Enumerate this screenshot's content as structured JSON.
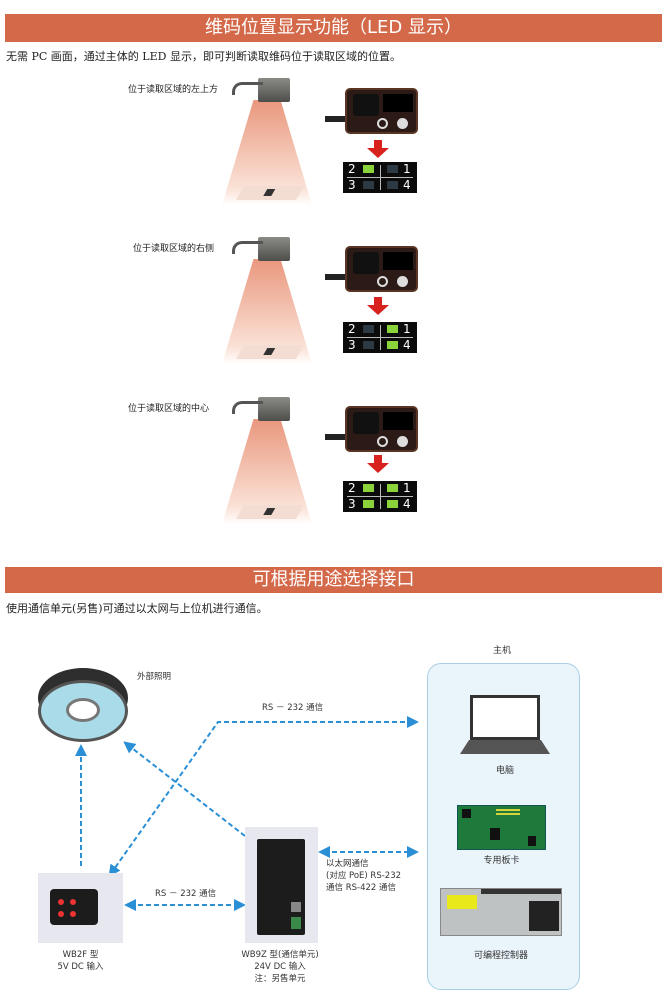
{
  "section1": {
    "title": "维码位置显示功能（LED 显示）",
    "description": "无需 PC 画面，通过主体的 LED 显示，即可判断读取维码位于读取区域的位置。",
    "scenes": [
      {
        "caption": "位于读取区域的左上方",
        "led": {
          "q2": true,
          "q1": false,
          "q3": false,
          "q4": false
        }
      },
      {
        "caption": "位于读取区域的右侧",
        "led": {
          "q2": false,
          "q1": true,
          "q3": false,
          "q4": true
        }
      },
      {
        "caption": "位于读取区域的中心",
        "led": {
          "q2": true,
          "q1": true,
          "q3": true,
          "q4": true
        }
      }
    ],
    "led_numbers": {
      "n1": "1",
      "n2": "2",
      "n3": "3",
      "n4": "4"
    }
  },
  "section2": {
    "title": "可根据用途选择接口",
    "description": "使用通信单元(另售)可通过以太网与上位机进行通信。",
    "ring_light_label": "外部照明",
    "rs232_top": "RS － 232 通信",
    "rs232_bottom": "RS － 232 通信",
    "ethernet_label": [
      "以太网通信",
      "(对应 PoE) RS-232",
      "通信 RS-422 通信"
    ],
    "wb2f": [
      "WB2F 型",
      "5V DC 输入"
    ],
    "wb9z": [
      "WB9Z 型(通信单元)",
      "24V DC 输入",
      "注：另售单元"
    ],
    "host": {
      "title": "主机",
      "items": [
        "电脑",
        "专用板卡",
        "可编程控制器"
      ]
    }
  },
  "colors": {
    "banner": "#d4694a",
    "arrow_blue": "#2b8fd6",
    "led_on": "#8ad33a",
    "red_arrow": "#d8221e"
  }
}
